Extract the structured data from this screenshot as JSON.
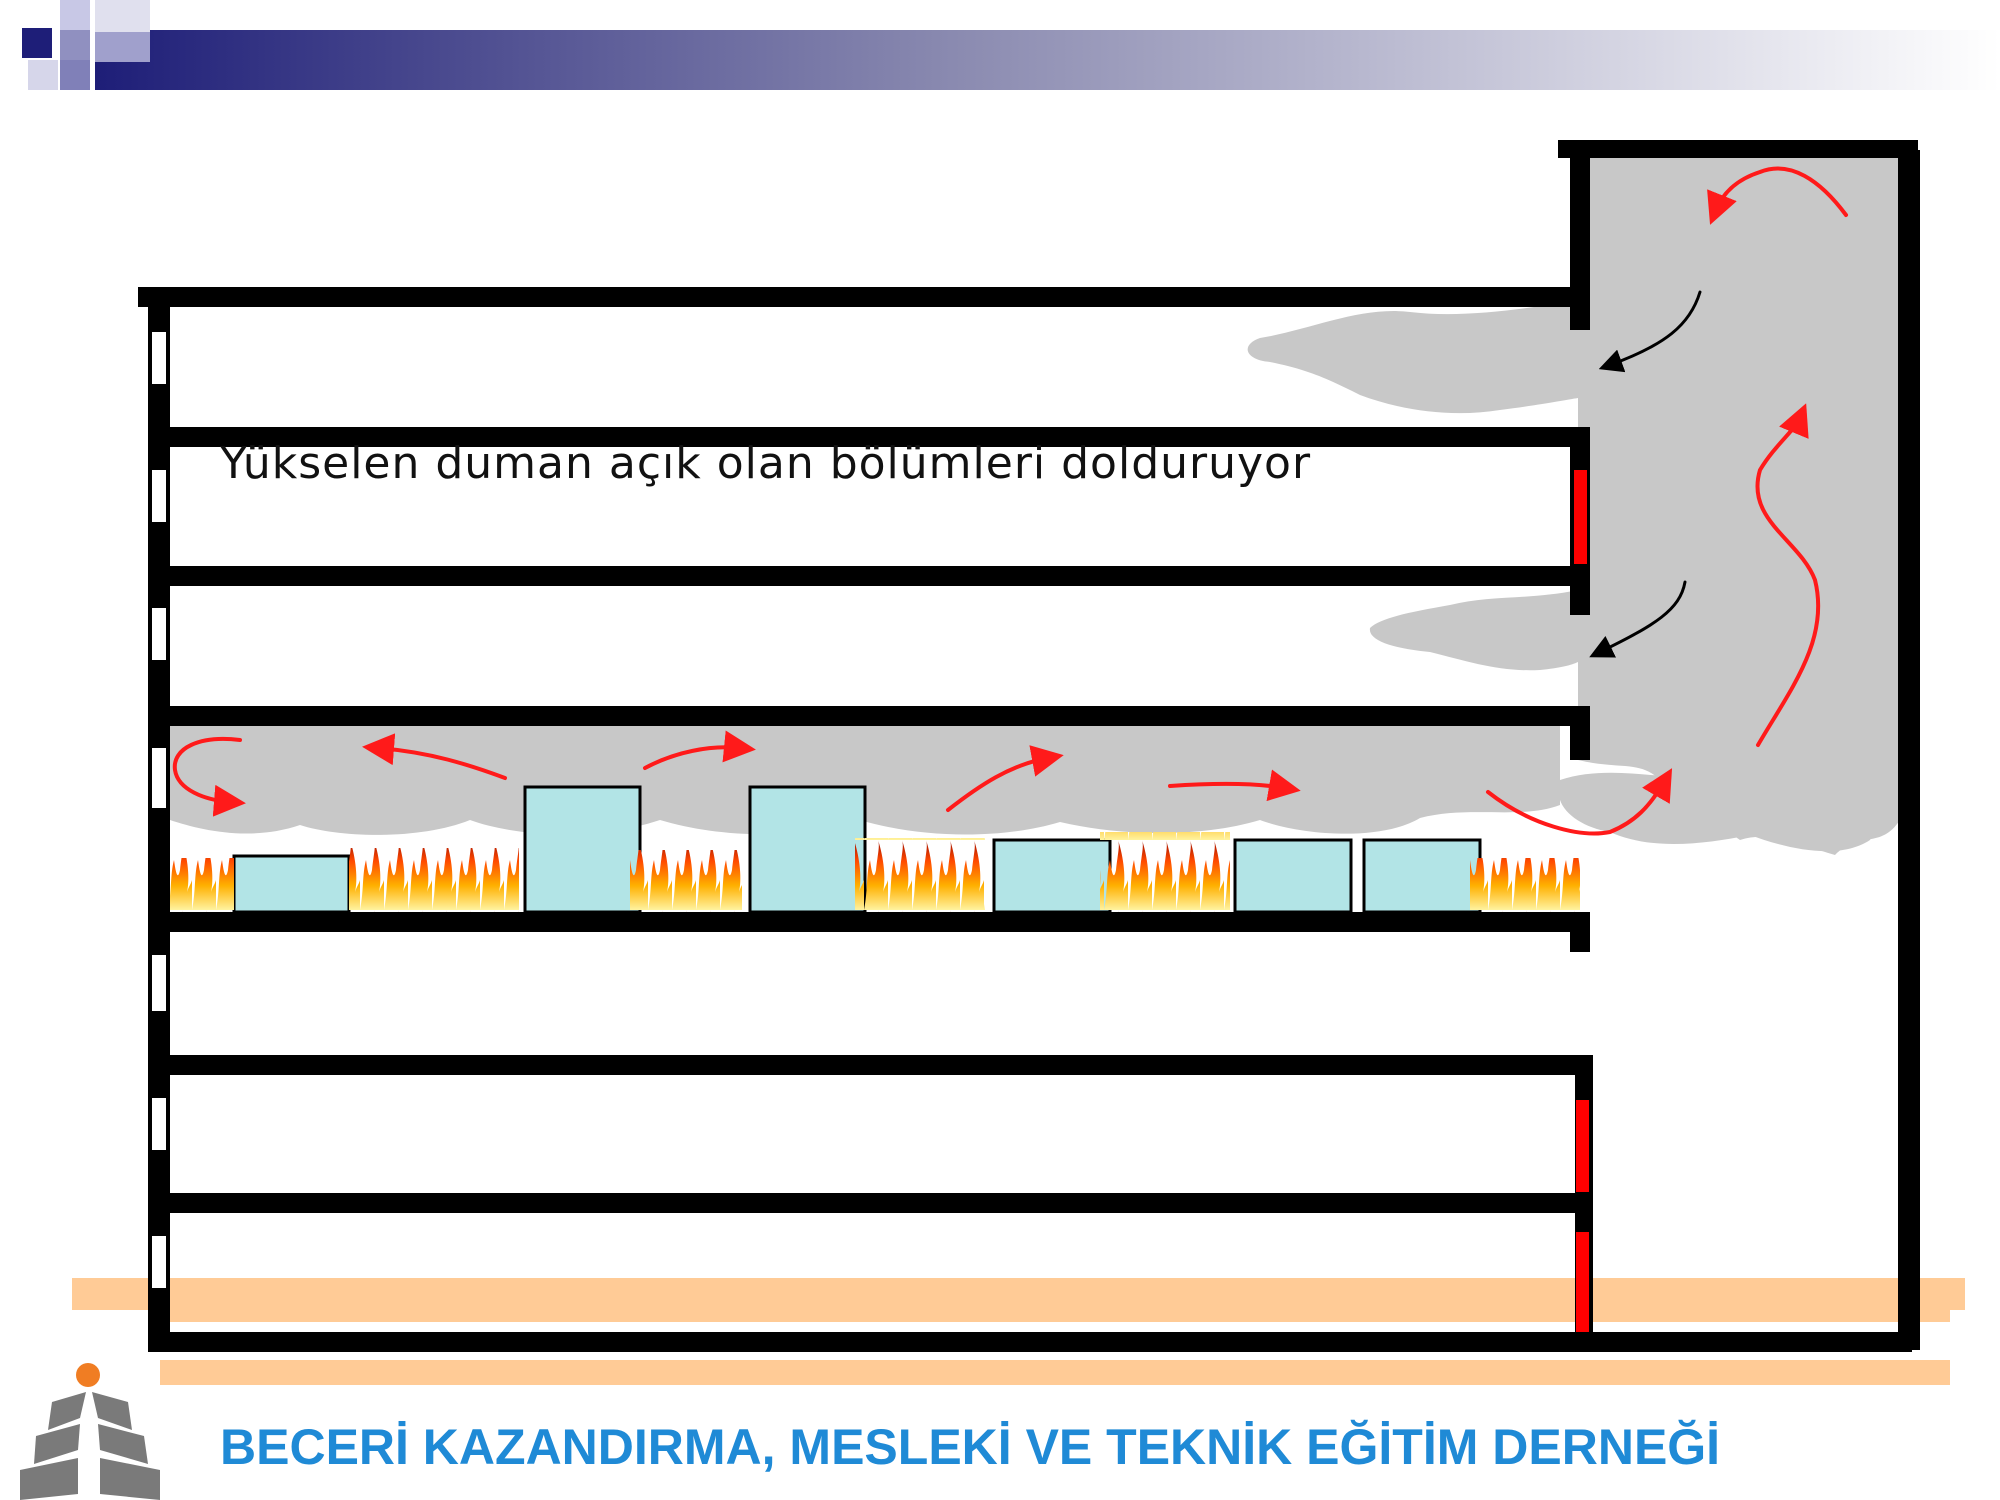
{
  "caption": "Yükselen duman açık olan bölümleri dolduruyor",
  "footer": "BECERİ KAZANDIRMA, MESLEKİ VE TEKNİK EĞİTİM DERNEĞİ",
  "colors": {
    "structure": "#000000",
    "smoke": "#c8c8c8",
    "flow_arrow": "#ff1a1a",
    "entry_arrow": "#000000",
    "door": "#ff0000",
    "furniture": "#b2e4e6",
    "ground": "#ffcb96",
    "footer_text": "#1f8ad6",
    "header_dark": "#1e1e78",
    "logo_orange": "#f07d23",
    "logo_gray": "#7a7a7a"
  },
  "icons": {
    "logo": "association-book-leaf-logo",
    "header": "mosaic-gradient-header"
  }
}
